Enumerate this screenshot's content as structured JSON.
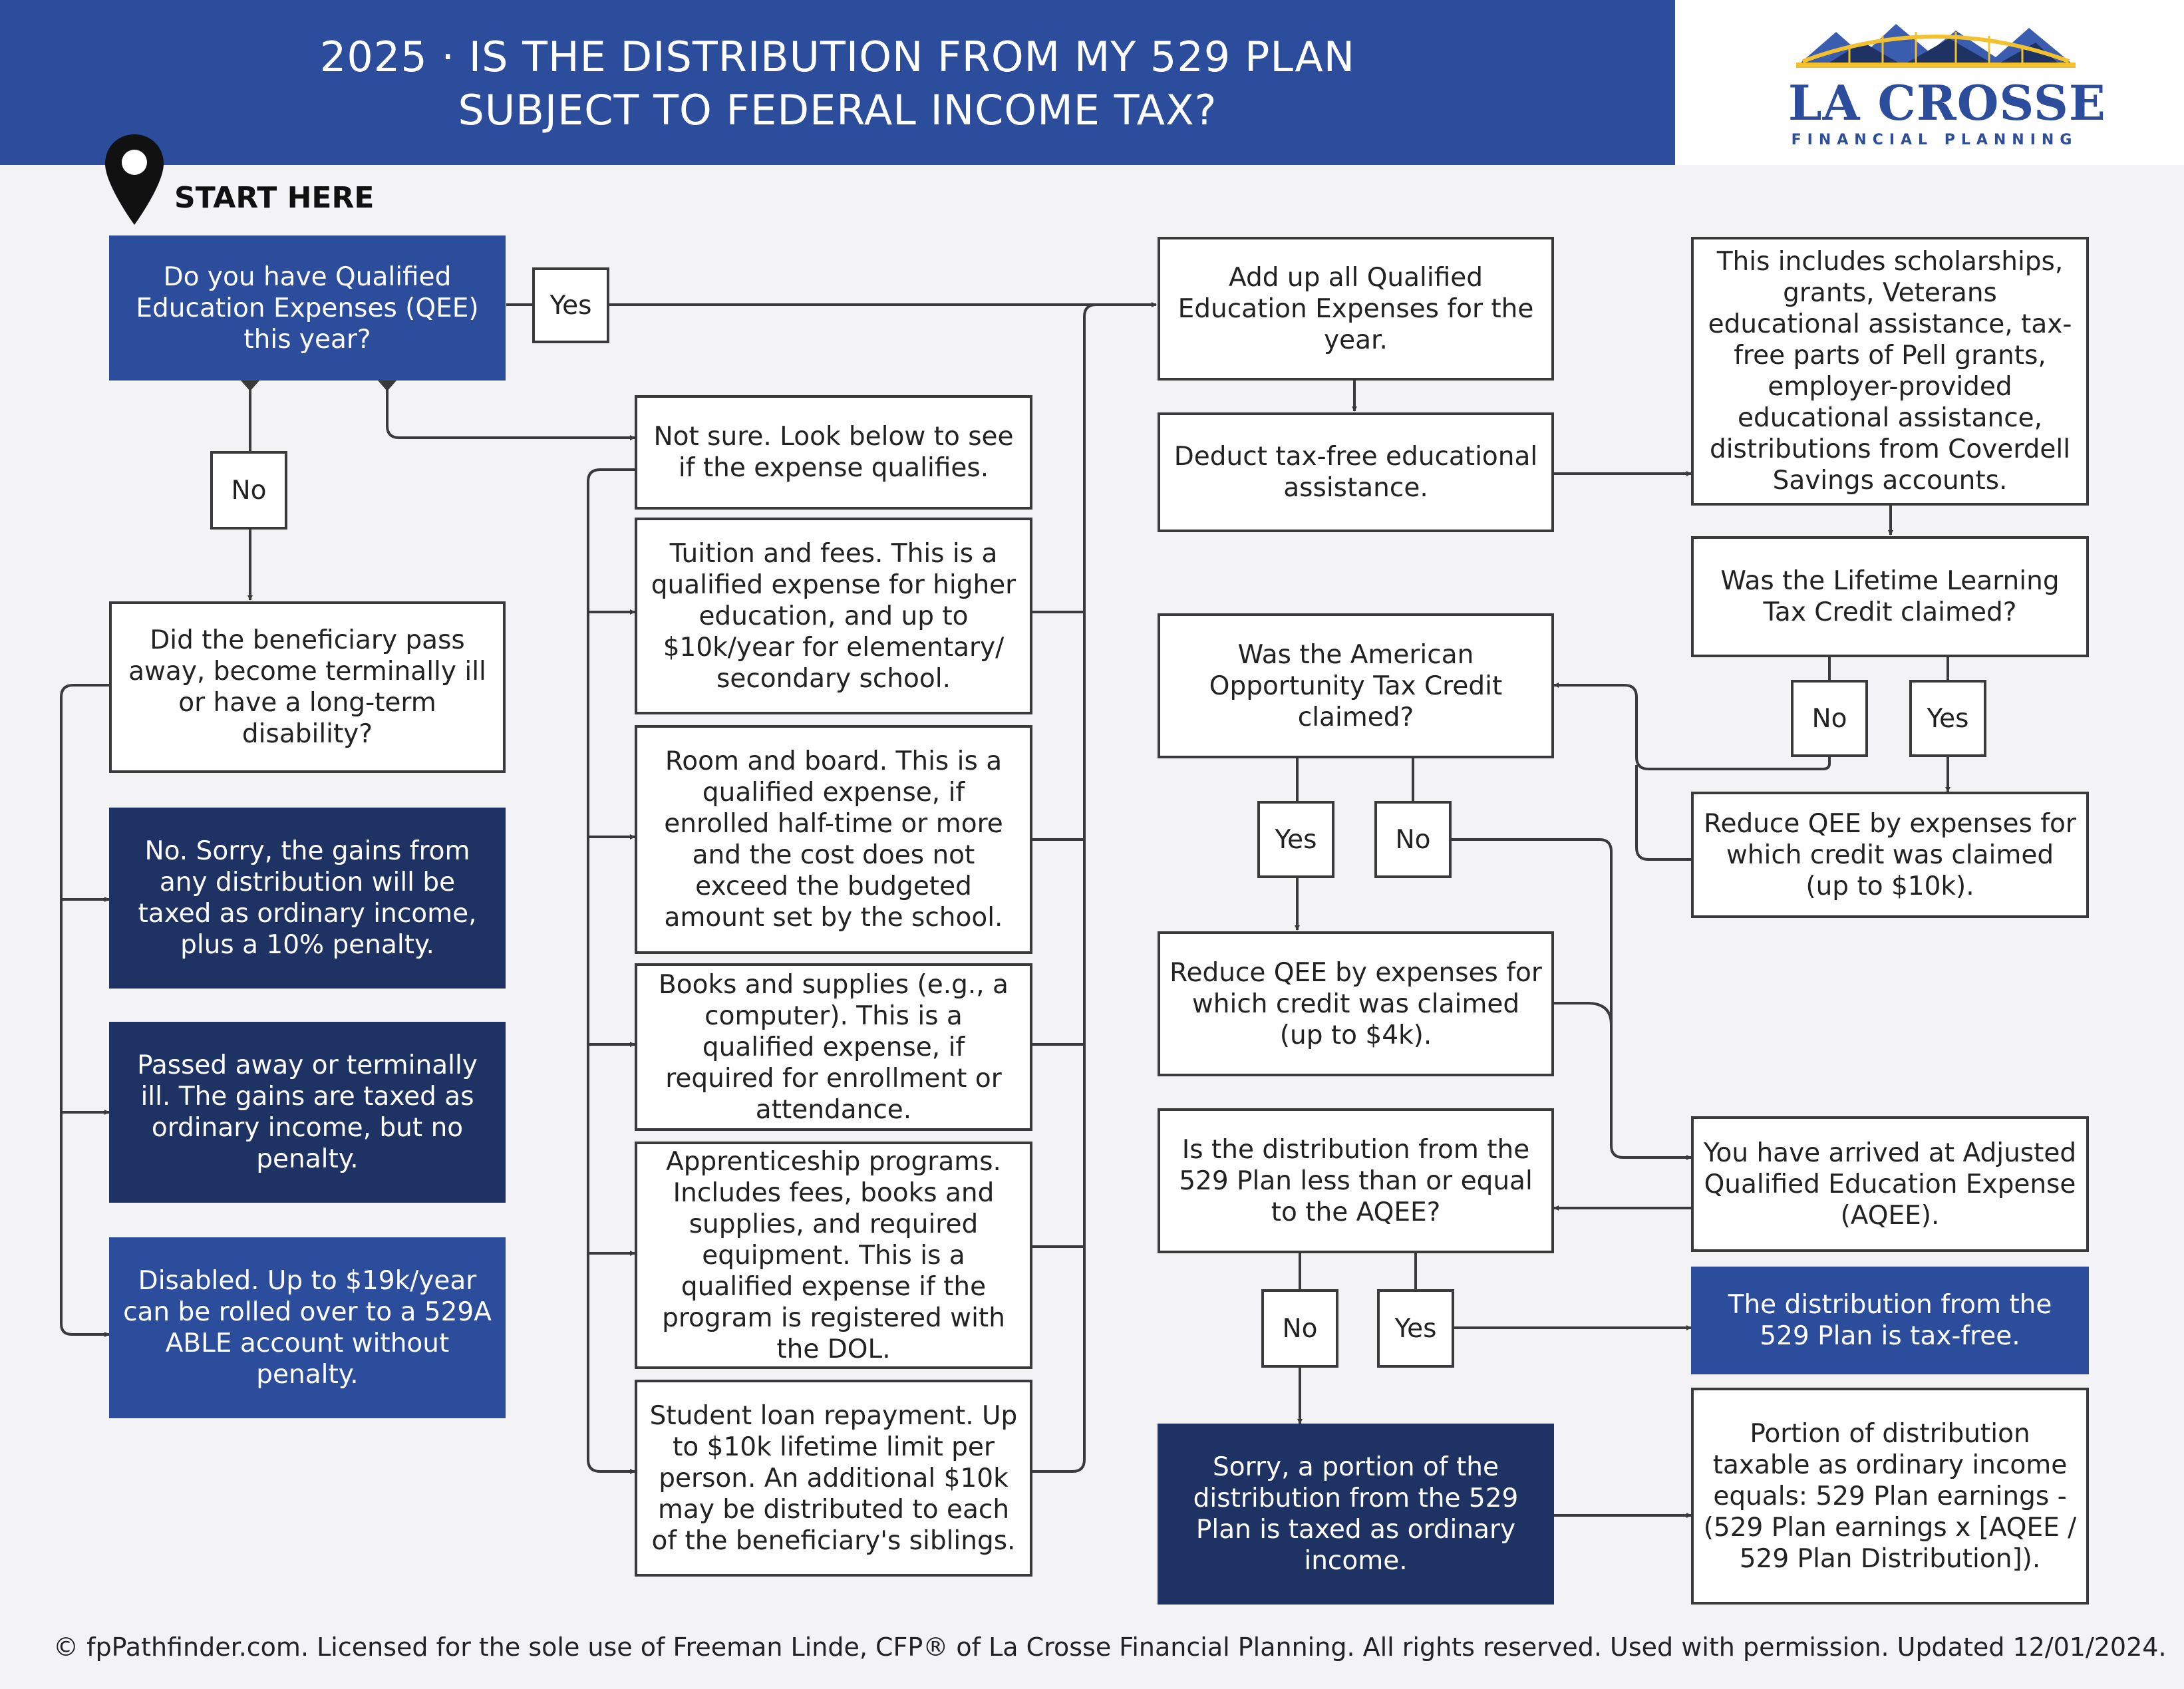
{
  "header": {
    "title_line1": "2025 · IS THE DISTRIBUTION FROM MY 529 PLAN",
    "title_line2": "SUBJECT TO FEDERAL INCOME TAX?"
  },
  "logo": {
    "name": "LA CROSSE",
    "sub": "FINANCIAL PLANNING"
  },
  "start_label": "START HERE",
  "nodes": {
    "q_qee": "Do you have Qualified Education Expenses (QEE) this year?",
    "yes_top": "Yes",
    "no_left": "No",
    "not_sure": "Not sure. Look below to see if the expense qualifies.",
    "q_beneficiary": "Did the beneficiary pass away, become terminally ill or have a long-term disability?",
    "no_sorry": "No. Sorry, the gains from any distribution will be taxed as ordinary income, plus a 10% penalty.",
    "passed_away": "Passed away or terminally ill. The gains are taxed as ordinary income, but no penalty.",
    "disabled": "Disabled. Up to $19k/year can be rolled over to a 529A ABLE account without penalty.",
    "tuition": "Tuition and fees. This is a qualified expense for higher education, and up to $10k/year for elementary/ secondary school.",
    "room_board": "Room and board. This is a qualified expense, if enrolled half-time or more and the cost does not exceed the budgeted amount set by the school.",
    "books": "Books and supplies (e.g., a computer). This is a qualified expense, if required for enrollment or attendance.",
    "apprentice": "Apprenticeship programs. Includes fees, books and supplies, and required equipment. This is a qualified expense if the program is registered with the DOL.",
    "student_loan": "Student loan repayment. Up to $10k lifetime limit per person. An additional $10k may be distributed to each of the beneficiary's siblings.",
    "add_up": "Add up all Qualified Education Expenses for the year.",
    "deduct": "Deduct tax-free educational assistance.",
    "includes": "This includes scholarships, grants, Veterans educational assistance, tax-free parts of Pell grants, employer-provided educational assistance, distributions from Coverdell Savings accounts.",
    "q_lifetime": "Was the Lifetime Learning Tax Credit claimed?",
    "no_llc": "No",
    "yes_llc": "Yes",
    "reduce_10k": "Reduce QEE by expenses for which credit was claimed (up to $10k).",
    "q_aotc": "Was the American Opportunity Tax Credit claimed?",
    "yes_aotc": "Yes",
    "no_aotc": "No",
    "reduce_4k": "Reduce QEE by expenses for which credit was claimed (up to $4k).",
    "arrived_aqee": "You have arrived at Adjusted Qualified Education Expense (AQEE).",
    "q_distribution": "Is the distribution from the 529 Plan less than or equal to the AQEE?",
    "no_dist": "No",
    "yes_dist": "Yes",
    "tax_free": "The distribution from the 529 Plan is tax-free.",
    "sorry_portion": "Sorry, a portion of the distribution from the 529 Plan is taxed as ordinary income.",
    "portion_formula": "Portion of distribution taxable as ordinary income equals: 529 Plan earnings - (529 Plan earnings x [AQEE / 529 Plan Distribution])."
  },
  "footer": "© fpPathfinder.com. Licensed for the sole use of Freeman Linde, CFP® of La Crosse Financial Planning. All rights reserved. Used with permission. Updated 12/01/2024.",
  "colors": {
    "blue": "#2c4c9c",
    "navy": "#1f3264",
    "line": "#3a3a3a",
    "logo_gold": "#f2c12e"
  }
}
